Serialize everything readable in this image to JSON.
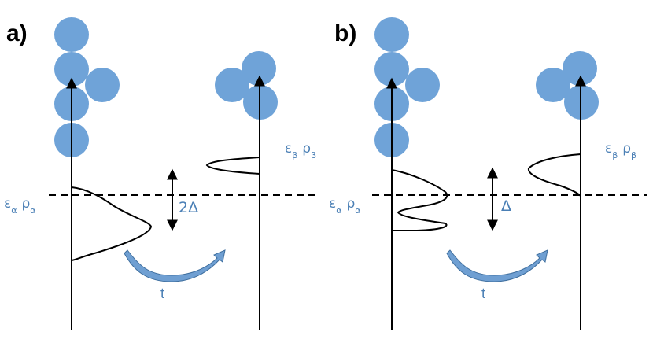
{
  "colors": {
    "atom": "#6fa3d8",
    "line": "#000000",
    "label": "#4a7fb5",
    "curved_arrow_fill": "#6f9fd2",
    "curved_arrow_stroke": "#3f6f9f"
  },
  "icons": [
    "atom-sphere",
    "vertical-axis-arrow",
    "double-headed-arrow",
    "curved-transfer-arrow"
  ],
  "panels": [
    {
      "label": "a)",
      "left_site": {
        "symbol": "ε",
        "subscript_1": "α",
        "density": "ρ",
        "subscript_2": "α"
      },
      "right_site": {
        "symbol": "ε",
        "subscript_1": "β",
        "density": "ρ",
        "subscript_2": "β"
      },
      "gap_label": "2Δ",
      "hopping_label": "t"
    },
    {
      "label": "b)",
      "left_site": {
        "symbol": "ε",
        "subscript_1": "α",
        "density": "ρ",
        "subscript_2": "α"
      },
      "right_site": {
        "symbol": "ε",
        "subscript_1": "β",
        "density": "ρ",
        "subscript_2": "β"
      },
      "gap_label": "Δ",
      "hopping_label": "t"
    }
  ]
}
